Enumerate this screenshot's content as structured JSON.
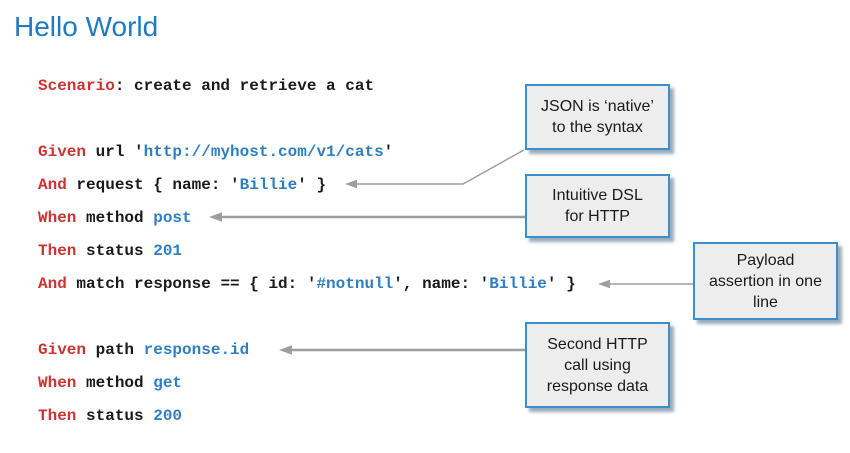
{
  "title": "Hello World",
  "colors": {
    "title": "#1e7ac4",
    "keyword": "#cc3333",
    "value": "#2e7fc2",
    "code_text": "#1a1a1a",
    "callout_border": "#3d8ecd",
    "callout_bg": "#ededed",
    "connector": "#9e9e9e"
  },
  "code": {
    "lines": [
      {
        "tokens": [
          {
            "t": "Scenario",
            "c": "k"
          },
          {
            "t": ": create and retrieve a cat",
            "c": "t"
          }
        ]
      },
      {
        "tokens": []
      },
      {
        "tokens": [
          {
            "t": "Given",
            "c": "k"
          },
          {
            "t": " url '",
            "c": "t"
          },
          {
            "t": "http://myhost.com/v1/cats",
            "c": "v"
          },
          {
            "t": "'",
            "c": "t"
          }
        ]
      },
      {
        "tokens": [
          {
            "t": "And",
            "c": "k"
          },
          {
            "t": " request { name: '",
            "c": "t"
          },
          {
            "t": "Billie",
            "c": "v"
          },
          {
            "t": "' }",
            "c": "t"
          }
        ]
      },
      {
        "tokens": [
          {
            "t": "When",
            "c": "k"
          },
          {
            "t": " method ",
            "c": "t"
          },
          {
            "t": "post",
            "c": "v"
          }
        ]
      },
      {
        "tokens": [
          {
            "t": "Then",
            "c": "k"
          },
          {
            "t": " status ",
            "c": "t"
          },
          {
            "t": "201",
            "c": "v"
          }
        ]
      },
      {
        "tokens": [
          {
            "t": "And",
            "c": "k"
          },
          {
            "t": " match response == { id: '",
            "c": "t"
          },
          {
            "t": "#notnull",
            "c": "v"
          },
          {
            "t": "', name: '",
            "c": "t"
          },
          {
            "t": "Billie",
            "c": "v"
          },
          {
            "t": "' }",
            "c": "t"
          }
        ]
      },
      {
        "tokens": []
      },
      {
        "tokens": [
          {
            "t": "Given",
            "c": "k"
          },
          {
            "t": " path ",
            "c": "t"
          },
          {
            "t": "response.id",
            "c": "v"
          }
        ]
      },
      {
        "tokens": [
          {
            "t": "When",
            "c": "k"
          },
          {
            "t": " method ",
            "c": "t"
          },
          {
            "t": "get",
            "c": "v"
          }
        ]
      },
      {
        "tokens": [
          {
            "t": "Then",
            "c": "k"
          },
          {
            "t": " status ",
            "c": "t"
          },
          {
            "t": "200",
            "c": "v"
          }
        ]
      }
    ]
  },
  "callouts": [
    {
      "text": "JSON is ‘native’\nto the syntax"
    },
    {
      "text": "Intuitive DSL\nfor HTTP"
    },
    {
      "text": "Payload\nassertion in one\nline"
    },
    {
      "text": "Second HTTP\ncall using\nresponse data"
    }
  ]
}
